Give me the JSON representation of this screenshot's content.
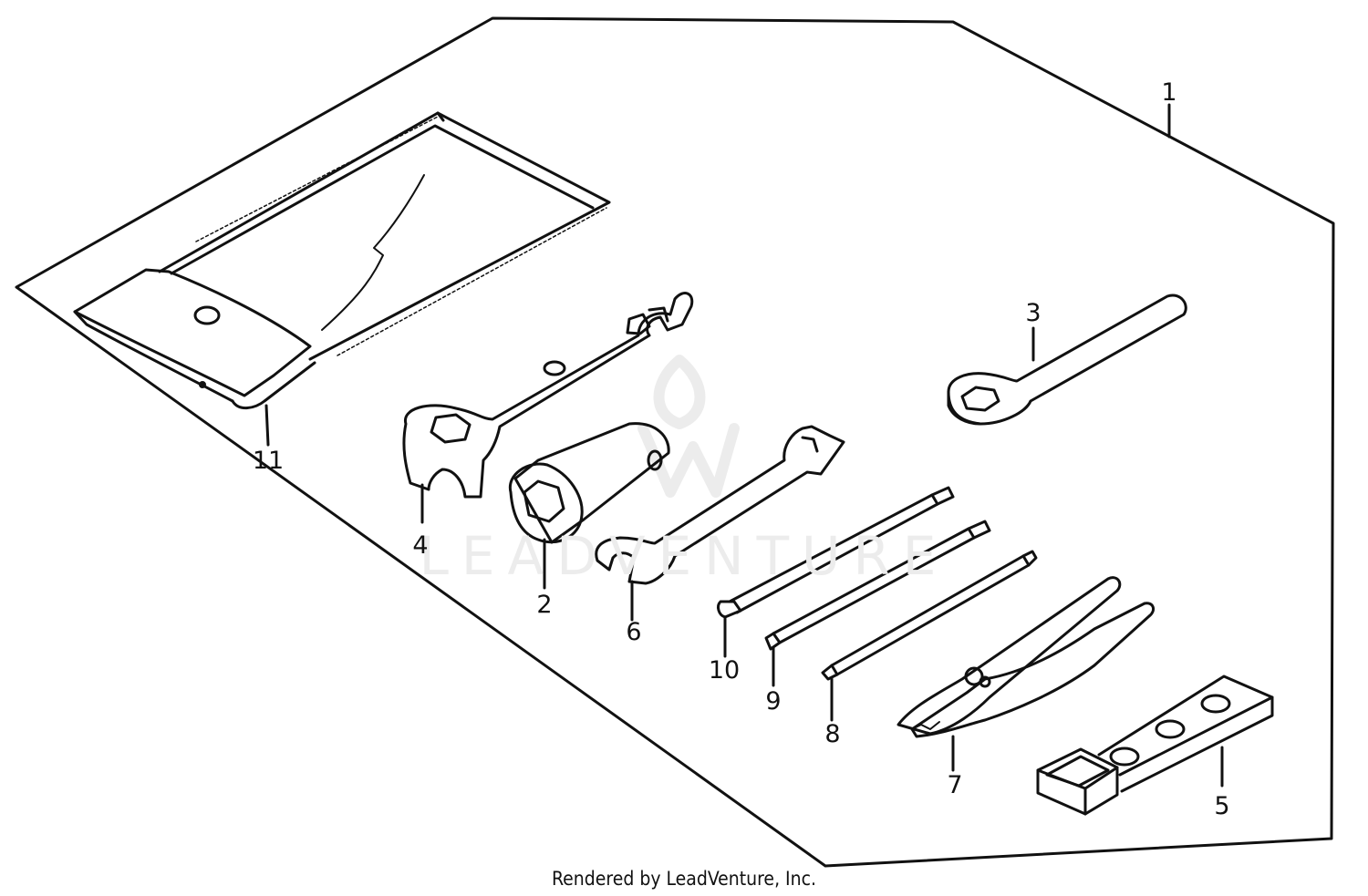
{
  "watermark": {
    "text": "LEADVENTURE"
  },
  "footer": {
    "text": "Rendered by LeadVenture, Inc."
  },
  "parts": [
    {
      "id": "1",
      "label": "1",
      "name": "tool-set"
    },
    {
      "id": "2",
      "label": "2",
      "name": "spark-plug-wrench"
    },
    {
      "id": "3",
      "label": "3",
      "name": "pin-spanner-wrench"
    },
    {
      "id": "4",
      "label": "4",
      "name": "combination-wrench"
    },
    {
      "id": "5",
      "label": "5",
      "name": "box-wrench-handle"
    },
    {
      "id": "6",
      "label": "6",
      "name": "open-end-wrench"
    },
    {
      "id": "7",
      "label": "7",
      "name": "pliers"
    },
    {
      "id": "8",
      "label": "8",
      "name": "screwdriver-phillips-small"
    },
    {
      "id": "9",
      "label": "9",
      "name": "screwdriver-phillips"
    },
    {
      "id": "10",
      "label": "10",
      "name": "screwdriver-flat"
    },
    {
      "id": "11",
      "label": "11",
      "name": "tool-bag"
    }
  ]
}
